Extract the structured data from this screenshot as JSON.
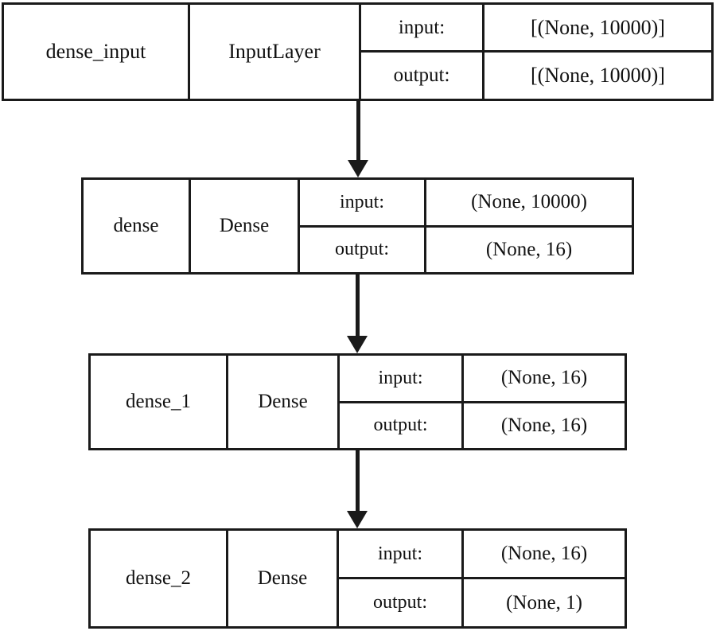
{
  "diagram": {
    "type": "keras-model-plot",
    "orientation": "vertical",
    "background_color": "#ffffff",
    "line_color": "#1a1a1a",
    "nodes": [
      {
        "name": "dense_input",
        "layer_type": "InputLayer",
        "input_label": "input:",
        "output_label": "output:",
        "input_shape": "[(None, 10000)]",
        "output_shape": "[(None, 10000)]"
      },
      {
        "name": "dense",
        "layer_type": "Dense",
        "input_label": "input:",
        "output_label": "output:",
        "input_shape": "(None, 10000)",
        "output_shape": "(None, 16)"
      },
      {
        "name": "dense_1",
        "layer_type": "Dense",
        "input_label": "input:",
        "output_label": "output:",
        "input_shape": "(None, 16)",
        "output_shape": "(None, 16)"
      },
      {
        "name": "dense_2",
        "layer_type": "Dense",
        "input_label": "input:",
        "output_label": "output:",
        "input_shape": "(None, 16)",
        "output_shape": "(None, 1)"
      }
    ],
    "edges": [
      {
        "from": "dense_input",
        "to": "dense"
      },
      {
        "from": "dense",
        "to": "dense_1"
      },
      {
        "from": "dense_1",
        "to": "dense_2"
      }
    ]
  }
}
